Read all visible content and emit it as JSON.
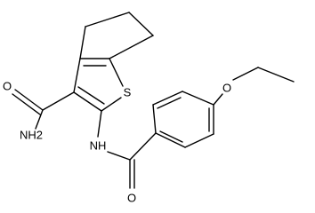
{
  "molecule": {
    "atom_labels": {
      "carbonyl_oxygen_amide": "O",
      "amide_nh2": "NH2",
      "thiophene_sulfur": "S",
      "amide_nh": "NH",
      "carbonyl_oxygen_benzamide": "O",
      "ether_oxygen": "O"
    }
  }
}
